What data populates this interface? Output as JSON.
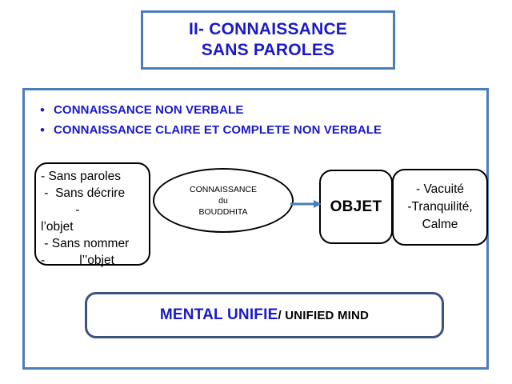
{
  "title": {
    "line1": "II- CONNAISSANCE",
    "line2": "SANS PAROLES"
  },
  "bullets": [
    {
      "marker": "•",
      "text": "CONNAISSANCE NON VERBALE"
    },
    {
      "marker": "•",
      "text": "CONNAISSANCE CLAIRE ET COMPLETE NON VERBALE"
    }
  ],
  "diagram": {
    "left_box": {
      "lines": [
        "- Sans paroles",
        " -  Sans décrire",
        "          -",
        "l’objet",
        " - Sans nommer",
        "-          l’’objet"
      ]
    },
    "ellipse": {
      "line1": "CONNAISSANCE",
      "line2": "du",
      "line3": "BOUDDHITA"
    },
    "arrow": {
      "name": "arrow-right",
      "color": "#4a7ebb"
    },
    "objet_box": {
      "label": "OBJET"
    },
    "right_box": {
      "lines": [
        "- Vacuité",
        "-Tranquilité,",
        "Calme"
      ]
    },
    "bottom_box": {
      "text_blue": "MENTAL UNIFIE",
      "text_black": "/ UNIFIED MIND"
    }
  },
  "colors": {
    "accent_blue": "#4a7ebb",
    "text_blue": "#1a1ac8",
    "navy_border": "#3a5480",
    "black": "#000000"
  }
}
